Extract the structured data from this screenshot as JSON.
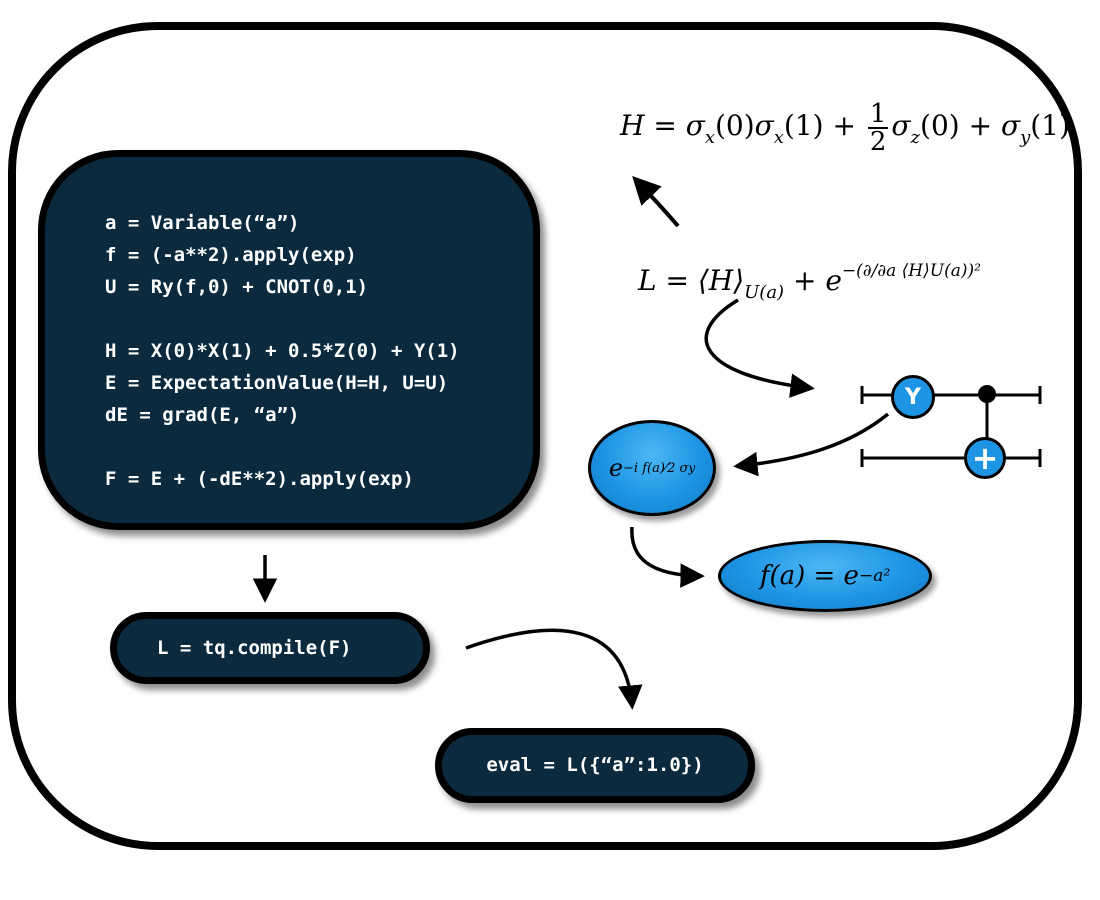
{
  "code": {
    "main_lines": [
      "a = Variable(“a”)",
      "f = (-a**2).apply(exp)",
      "U = Ry(f,0) + CNOT(0,1)",
      "",
      "H = X(0)*X(1) + 0.5*Z(0) + Y(1)",
      "E = ExpectationValue(H=H, U=U)",
      "dE = grad(E, “a”)",
      "",
      "F = E + (-dE**2).apply(exp)"
    ],
    "compile_line": "L = tq.compile(F)",
    "eval_line": "eval = L({“a”:1.0})"
  },
  "formulas": {
    "hamiltonian": {
      "lhs": "H",
      "eq": " = ",
      "s1": "σ",
      "s1_sub": "x",
      "s1_arg": "(0)",
      "s2": "σ",
      "s2_sub": "x",
      "s2_arg": "(1)",
      "plus1": " + ",
      "frac_num": "1",
      "frac_den": "2",
      "s3": "σ",
      "s3_sub": "z",
      "s3_arg": "(0)",
      "plus2": " + ",
      "s4": "σ",
      "s4_sub": "y",
      "s4_arg": "(1)"
    },
    "loss": {
      "lhs": "L",
      "eq": " = ",
      "expect": "⟨H⟩",
      "expect_sub": "U(a)",
      "plus": " + ",
      "base": "e",
      "exponent": "−(∂∕∂a ⟨H⟩U(a))²"
    }
  },
  "gates": {
    "y_label": "Y",
    "target_symbol": "+"
  },
  "ellipses": {
    "ry": {
      "base": "e",
      "exp": "−i f(a)⁄2 σ",
      "exp_sub": "y"
    },
    "f": {
      "lhs": "f(a) = e",
      "exp": "−a²"
    }
  },
  "colors": {
    "code_bg": "#0b2a3d",
    "gate_blue": "#1e95e4",
    "frame": "#000000"
  }
}
